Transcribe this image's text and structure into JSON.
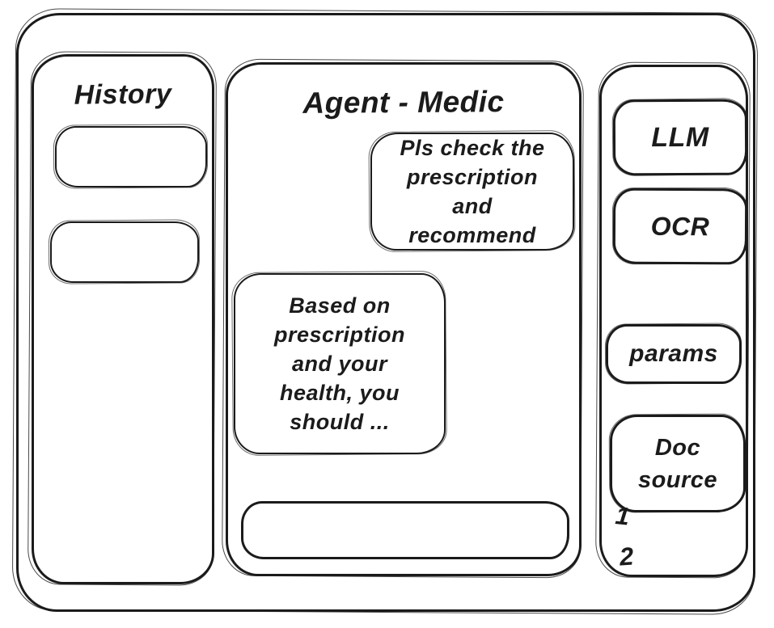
{
  "history_panel": {
    "title": "History",
    "items": [
      {
        "label": ""
      },
      {
        "label": ""
      }
    ]
  },
  "chat_panel": {
    "title": "Agent - Medic",
    "messages": [
      {
        "role": "user",
        "text": "Pls check the prescription and recommend"
      },
      {
        "role": "agent",
        "text": "Based on prescription and your health, you should ..."
      }
    ],
    "input": {
      "value": "",
      "placeholder": ""
    }
  },
  "tools_panel": {
    "buttons": [
      {
        "label": "LLM"
      },
      {
        "label": "OCR"
      },
      {
        "label": "params"
      },
      {
        "label": "Doc source"
      }
    ],
    "doc_source_items": [
      "1",
      "2"
    ]
  },
  "colors": {
    "ink": "#1b1b1b",
    "surface": "#ffffff"
  }
}
